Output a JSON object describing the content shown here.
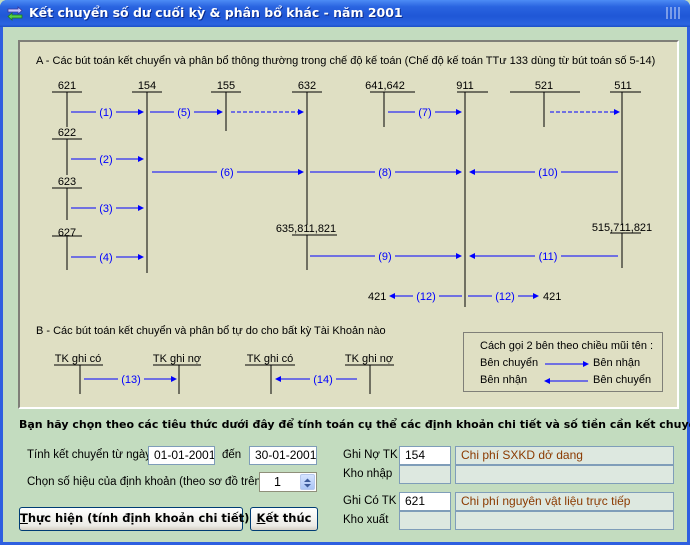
{
  "window": {
    "title": "Kết chuyển số dư cuối kỳ & phân bổ khác - năm 2001",
    "icon": "transfer-arrows-icon"
  },
  "diagram": {
    "section_a_title": "A - Các bút toán kết chuyển và phân bổ thông thường trong chế độ kế toán (Chế độ kế toán TTư 133 dùng từ bút toán số 5-14)",
    "section_b_title": "B - Các bút toán kết chuyển và phân bổ tự do cho bất kỳ Tài Khoản nào",
    "accounts": {
      "a621": "621",
      "a622": "622",
      "a623": "623",
      "a627": "627",
      "a154": "154",
      "a155": "155",
      "a632": "632",
      "a641": "641,642",
      "a911": "911",
      "a521": "521",
      "a511": "511",
      "a635": "635,811,821",
      "a515": "515,711,821",
      "a421_left": "421",
      "a421_right": "421"
    },
    "arrows": {
      "e1": "(1)",
      "e2": "(2)",
      "e3": "(3)",
      "e4": "(4)",
      "e5": "(5)",
      "e6": "(6)",
      "e7": "(7)",
      "e8": "(8)",
      "e9": "(9)",
      "e10": "(10)",
      "e11": "(11)",
      "e12a": "(12)",
      "e12b": "(12)",
      "e13": "(13)",
      "e14": "(14)"
    },
    "free_accounts": {
      "credit1": "TK ghi có",
      "debit1": "TK ghi nợ",
      "credit2": "TK ghi có",
      "debit2": "TK ghi nợ"
    },
    "legend": {
      "title": "Cách gọi 2 bên theo chiều mũi tên :",
      "row1_left": "Bên chuyển",
      "row1_right": "Bên nhận",
      "row2_left": "Bên nhận",
      "row2_right": "Bên chuyển"
    },
    "arrow_color": "#0000ff"
  },
  "form": {
    "instruction": "Bạn hãy chọn theo các tiêu thức dưới đây để tính toán cụ thể các định khoản chi tiết và số tiền cần kết chuyển",
    "from_date_label": "Tính kết chuyển từ ngày",
    "from_date": "01-01-2001",
    "to_label": "đến",
    "to_date": "30-01-2001",
    "entry_number_label": "Chọn số hiệu của định khoản (theo sơ đồ trên)",
    "entry_number": "1",
    "debit_label": "Ghi Nợ TK",
    "debit_account": "154",
    "debit_account_name": "Chi phí SXKD dở dang",
    "warehouse_in_label": "Kho nhập",
    "warehouse_in_code": "",
    "warehouse_in_name": "",
    "credit_label": "Ghi Có TK",
    "credit_account": "621",
    "credit_account_name": "Chi phí nguyên vật liệu trực tiếp",
    "warehouse_out_label": "Kho xuất",
    "warehouse_out_code": "",
    "warehouse_out_name": "",
    "execute_button_hotkey": "T",
    "execute_button_rest": "hực hiện (tính định khoản chi tiết)",
    "exit_button_hotkey": "K",
    "exit_button_rest": "ết thúc"
  }
}
